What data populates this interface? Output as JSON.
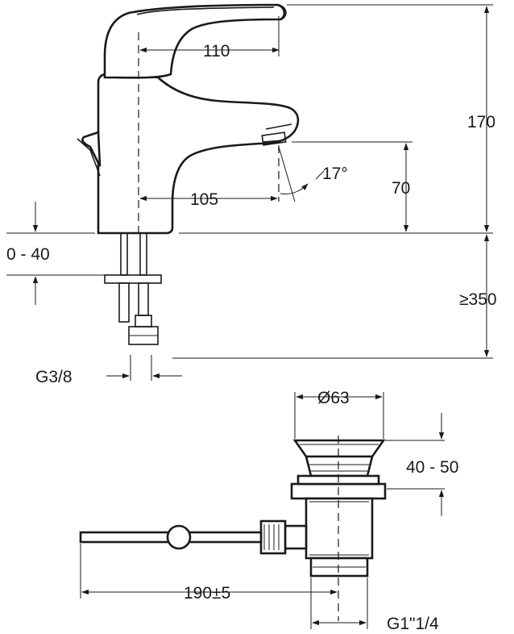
{
  "dimensions": {
    "spout_reach": "110",
    "height_total": "170",
    "outlet_offset": "105",
    "spray_angle": "17°",
    "outlet_height": "70",
    "deck_thickness": "0 - 40",
    "clearance_below": "≥350",
    "connection_thread": "G3/8",
    "waste_diameter": "Ø63",
    "waste_height": "40 - 50",
    "rod_length": "190±5",
    "waste_thread": "G1\"1/4"
  }
}
